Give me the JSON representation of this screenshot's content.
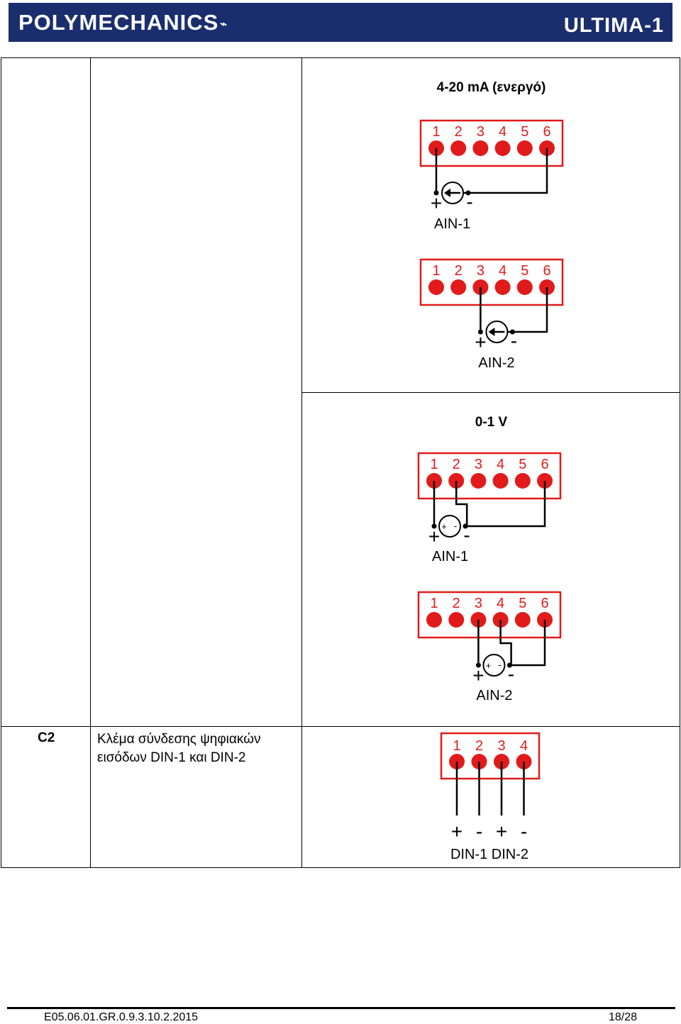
{
  "header": {
    "brand": "POLYMECHANICS",
    "brand_mark": "⌁",
    "product": "ULTIMA-1",
    "background_color": "#1a2e6e"
  },
  "table": {
    "row_c2": {
      "code": "C2",
      "description": "Κλέμα σύνδεσης ψηφιακών εισόδων DIN-1 και DIN-2"
    }
  },
  "diagrams": {
    "ma_active": {
      "title": "4-20 mA (ενεργό)",
      "ain1": {
        "pins": [
          "1",
          "2",
          "3",
          "4",
          "5",
          "6"
        ],
        "plus": "+",
        "minus": "-",
        "label": "AIN-1"
      },
      "ain2": {
        "pins": [
          "1",
          "2",
          "3",
          "4",
          "5",
          "6"
        ],
        "plus": "+",
        "minus": "-",
        "label": "AIN-2"
      }
    },
    "volt": {
      "title": "0-1 V",
      "ain1": {
        "pins": [
          "1",
          "2",
          "3",
          "4",
          "5",
          "6"
        ],
        "plus": "+",
        "minus": "-",
        "src_plus": "+",
        "src_minus": "-",
        "label": "AIN-1"
      },
      "ain2": {
        "pins": [
          "1",
          "2",
          "3",
          "4",
          "5",
          "6"
        ],
        "plus": "+",
        "minus": "-",
        "src_plus": "+",
        "src_minus": "-",
        "label": "AIN-2"
      }
    },
    "din": {
      "pins": [
        "1",
        "2",
        "3",
        "4"
      ],
      "signs": [
        "+",
        "-",
        "+",
        "-"
      ],
      "label": "DIN-1 DIN-2"
    },
    "terminal_color": "#e11b1b"
  },
  "footer": {
    "doc_code": "E05.06.01.GR.0.9.3.10.2.2015",
    "page": "18/28"
  }
}
